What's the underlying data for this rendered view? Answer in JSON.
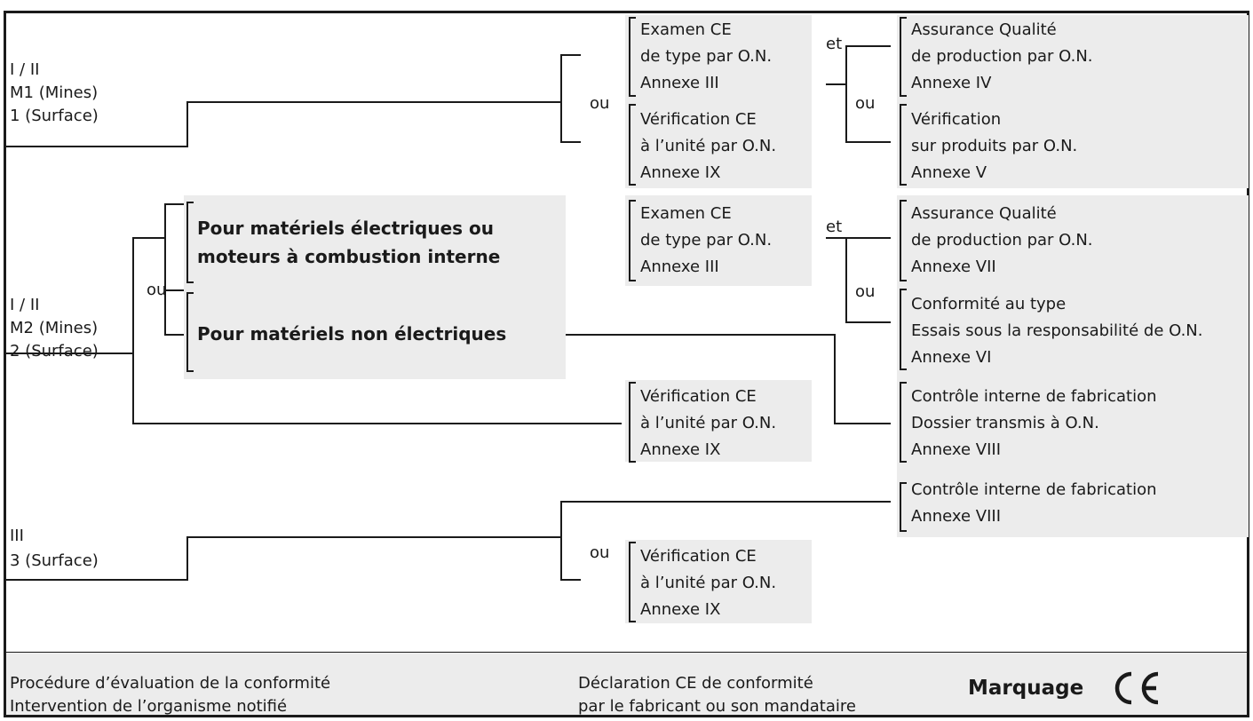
{
  "categories": {
    "cat1": [
      "I / II",
      "M1 (Mines)",
      "1 (Surface)"
    ],
    "cat2": [
      "I / II",
      "M2 (Mines)",
      "2 (Surface)"
    ],
    "cat3": [
      "III",
      "3 (Surface)"
    ]
  },
  "connectors": {
    "ou": "ou",
    "et": "et"
  },
  "materials": {
    "electrical": [
      "Pour matériels électriques ou",
      "moteurs à combustion interne"
    ],
    "non_electrical": [
      "Pour matériels non électriques"
    ]
  },
  "procedures": {
    "examen_ce_type": [
      "Examen CE",
      "de type par O.N.",
      "Annexe III"
    ],
    "verification_unite": [
      "Vérification CE",
      "à l’unité par O.N.",
      "Annexe IX"
    ],
    "aq_production_iv": [
      "Assurance Qualité",
      "de production par O.N.",
      "Annexe IV"
    ],
    "verification_produits_v": [
      "Vérification",
      "sur produits par O.N.",
      "Annexe V"
    ],
    "aq_production_vii": [
      "Assurance Qualité",
      "de production par O.N.",
      "Annexe VII"
    ],
    "conformite_type_vi": [
      "Conformité au type",
      "Essais sous la responsabilité de O.N.",
      "Annexe VI"
    ],
    "controle_interne_dossier": [
      "Contrôle interne de fabrication",
      "Dossier transmis à O.N.",
      "Annexe VIII"
    ],
    "controle_interne_viii": [
      "Contrôle interne de fabrication",
      "Annexe VIII"
    ]
  },
  "footer": {
    "left": [
      "Procédure d’évaluation de la conformité",
      "Intervention de l’organisme notifié"
    ],
    "middle": [
      "Déclaration CE de conformité",
      "par le fabricant ou son mandataire"
    ],
    "marquage": "Marquage",
    "ce_mark": "CE"
  },
  "colors": {
    "box_fill": "#ececec",
    "line": "#1a1a1a"
  }
}
